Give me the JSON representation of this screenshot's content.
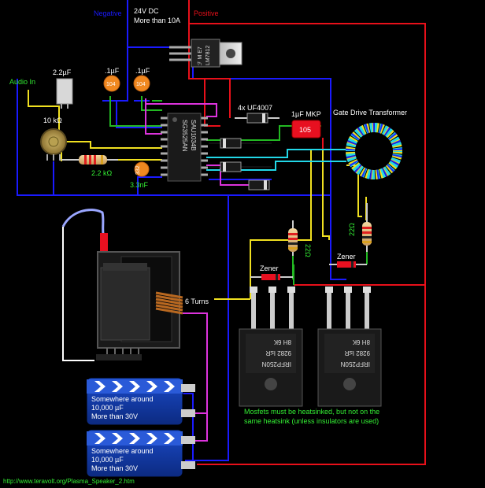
{
  "labels": {
    "negative": "Negative",
    "supply_line1": "24V DC",
    "supply_line2": "More than 10A",
    "positive": "Positive",
    "audio_in": "Audio In",
    "cap_2_2uf": "2.2µF",
    "cap_1uf_a": ".1µF",
    "cap_1uf_b": ".1µF",
    "cap_code_a": "104",
    "cap_code_b": "104",
    "pot_10k": "10 kΩ",
    "res_2_2k": "2.2 kΩ",
    "cap_3_3nf": "3.3nF",
    "cap_332": "332",
    "diodes": "4x  UF4007",
    "mkp_cap": "1µF MKP",
    "mkp_code": "105",
    "gdt": "Gate Drive Transformer",
    "res_22_a": "22Ω",
    "res_22_b": "22Ω",
    "zener_a": "Zener",
    "zener_b": "Zener",
    "six_turns": "6 Turns",
    "heatsink_note_1": "Mosfets must be heatsinked, but not on the",
    "heatsink_note_2": "same heatsink (unless insulators are used)",
    "url": "http://www.teravolt.org/Plasma_Speaker_2.htm"
  },
  "regulator": {
    "line1": "ℱ M E7",
    "line2": "LM7812"
  },
  "ic": {
    "line1": "SG3525AN",
    "line2": "SAU1034B"
  },
  "mosfets": [
    {
      "line1": "8H       6K",
      "line2": "9282   I≤R",
      "line3": "IRFP250N"
    },
    {
      "line1": "8H       6K",
      "line2": "9282   I≤R",
      "line3": "IRFP250N"
    }
  ],
  "capacitors": [
    {
      "line1": "Somewhere around",
      "line2": "10,000 µF",
      "line3": "More than 30V"
    },
    {
      "line1": "Somewhere around",
      "line2": "10,000 µF",
      "line3": "More than 30V"
    }
  ],
  "colors": {
    "negative": "#1a1aff",
    "positive": "#e8101a",
    "yellow": "#f0e020",
    "green": "#22b822",
    "magenta": "#dd33dd",
    "cyan": "#22d8e8",
    "text_green": "#33ee33",
    "text_white": "#ffffff"
  }
}
